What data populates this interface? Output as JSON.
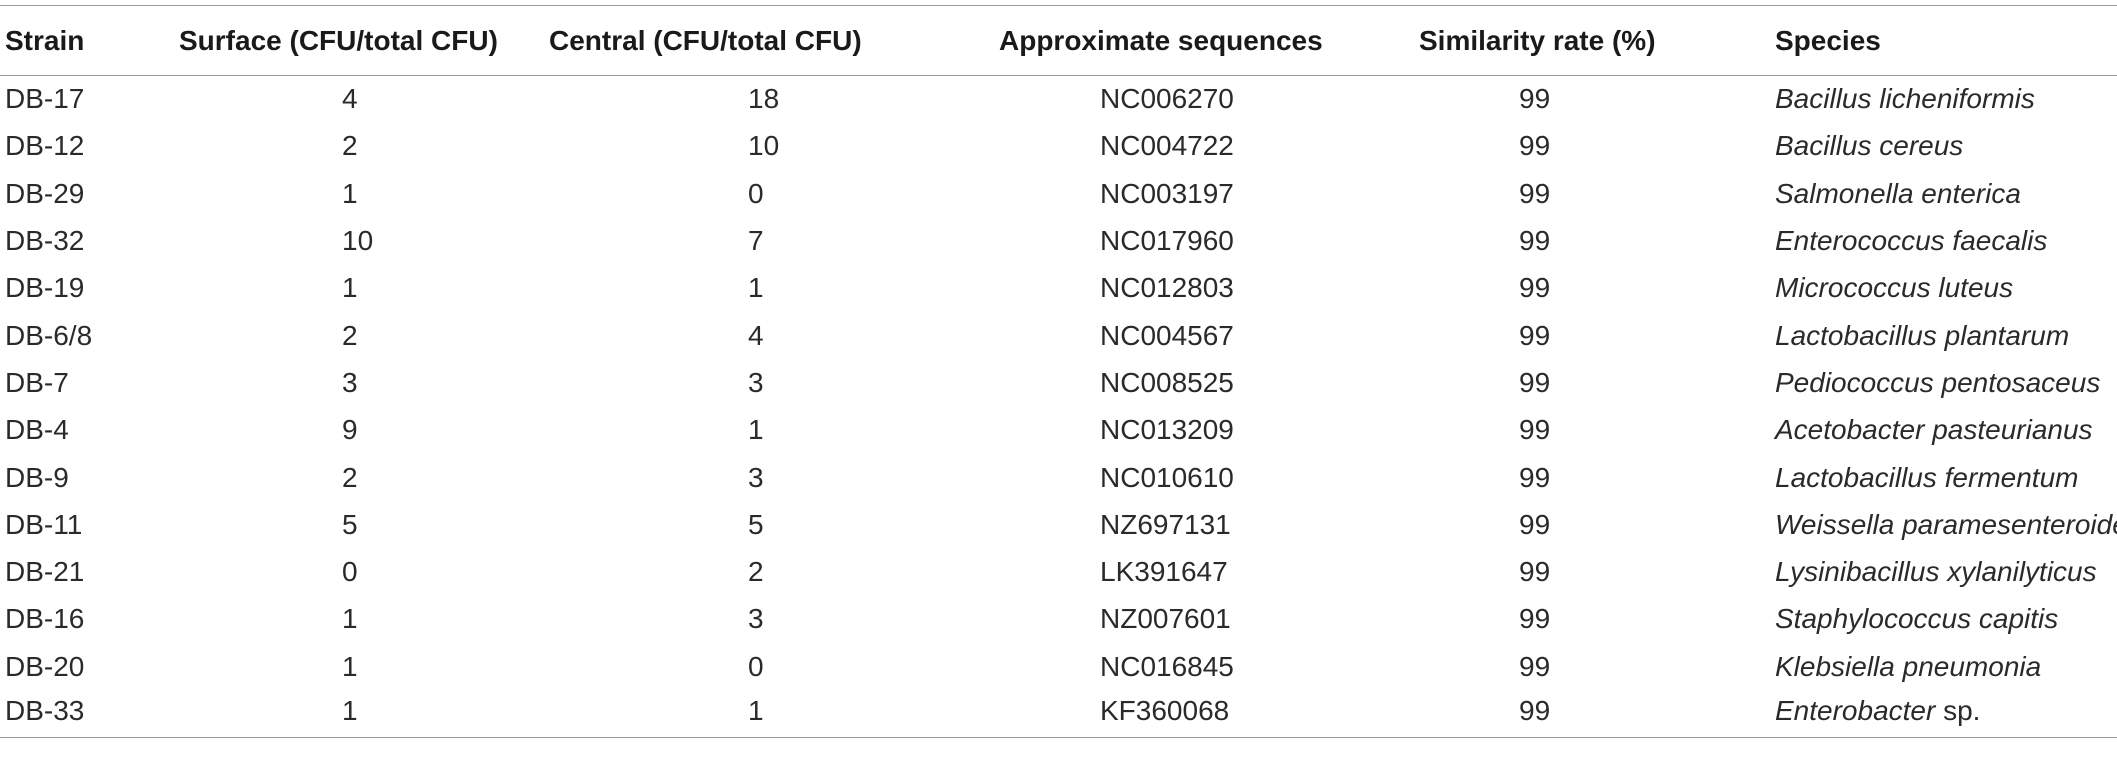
{
  "table": {
    "headers": {
      "strain": "Strain",
      "surface": "Surface (CFU/total CFU)",
      "central": "Central (CFU/total CFU)",
      "approx": "Approximate sequences",
      "similarity": "Similarity rate (%)",
      "species": "Species"
    },
    "rows": [
      {
        "strain": "DB-17",
        "surface": "4",
        "central": "18",
        "approx": "NC006270",
        "similarity": "99",
        "species": "Bacillus licheniformis",
        "species_suffix": ""
      },
      {
        "strain": "DB-12",
        "surface": "2",
        "central": "10",
        "approx": "NC004722",
        "similarity": "99",
        "species": "Bacillus cereus",
        "species_suffix": ""
      },
      {
        "strain": "DB-29",
        "surface": "1",
        "central": "0",
        "approx": "NC003197",
        "similarity": "99",
        "species": "Salmonella enterica",
        "species_suffix": ""
      },
      {
        "strain": "DB-32",
        "surface": "10",
        "central": "7",
        "approx": "NC017960",
        "similarity": "99",
        "species": "Enterococcus faecalis",
        "species_suffix": ""
      },
      {
        "strain": "DB-19",
        "surface": "1",
        "central": "1",
        "approx": "NC012803",
        "similarity": "99",
        "species": "Micrococcus luteus",
        "species_suffix": ""
      },
      {
        "strain": "DB-6/8",
        "surface": "2",
        "central": "4",
        "approx": "NC004567",
        "similarity": "99",
        "species": "Lactobacillus plantarum",
        "species_suffix": ""
      },
      {
        "strain": "DB-7",
        "surface": "3",
        "central": "3",
        "approx": "NC008525",
        "similarity": "99",
        "species": "Pediococcus pentosaceus",
        "species_suffix": ""
      },
      {
        "strain": "DB-4",
        "surface": "9",
        "central": "1",
        "approx": "NC013209",
        "similarity": "99",
        "species": "Acetobacter pasteurianus",
        "species_suffix": ""
      },
      {
        "strain": "DB-9",
        "surface": "2",
        "central": "3",
        "approx": "NC010610",
        "similarity": "99",
        "species": "Lactobacillus fermentum",
        "species_suffix": ""
      },
      {
        "strain": "DB-11",
        "surface": "5",
        "central": "5",
        "approx": "NZ697131",
        "similarity": "99",
        "species": "Weissella paramesenteroides",
        "species_suffix": ""
      },
      {
        "strain": "DB-21",
        "surface": "0",
        "central": "2",
        "approx": "LK391647",
        "similarity": "99",
        "species": "Lysinibacillus xylanilyticus",
        "species_suffix": ""
      },
      {
        "strain": "DB-16",
        "surface": "1",
        "central": "3",
        "approx": "NZ007601",
        "similarity": "99",
        "species": "Staphylococcus capitis",
        "species_suffix": ""
      },
      {
        "strain": "DB-20",
        "surface": "1",
        "central": "0",
        "approx": "NC016845",
        "similarity": "99",
        "species": "Klebsiella pneumonia",
        "species_suffix": ""
      },
      {
        "strain": "DB-33",
        "surface": "1",
        "central": "1",
        "approx": "KF360068",
        "similarity": "99",
        "species": "Enterobacter",
        "species_suffix": " sp."
      }
    ]
  }
}
